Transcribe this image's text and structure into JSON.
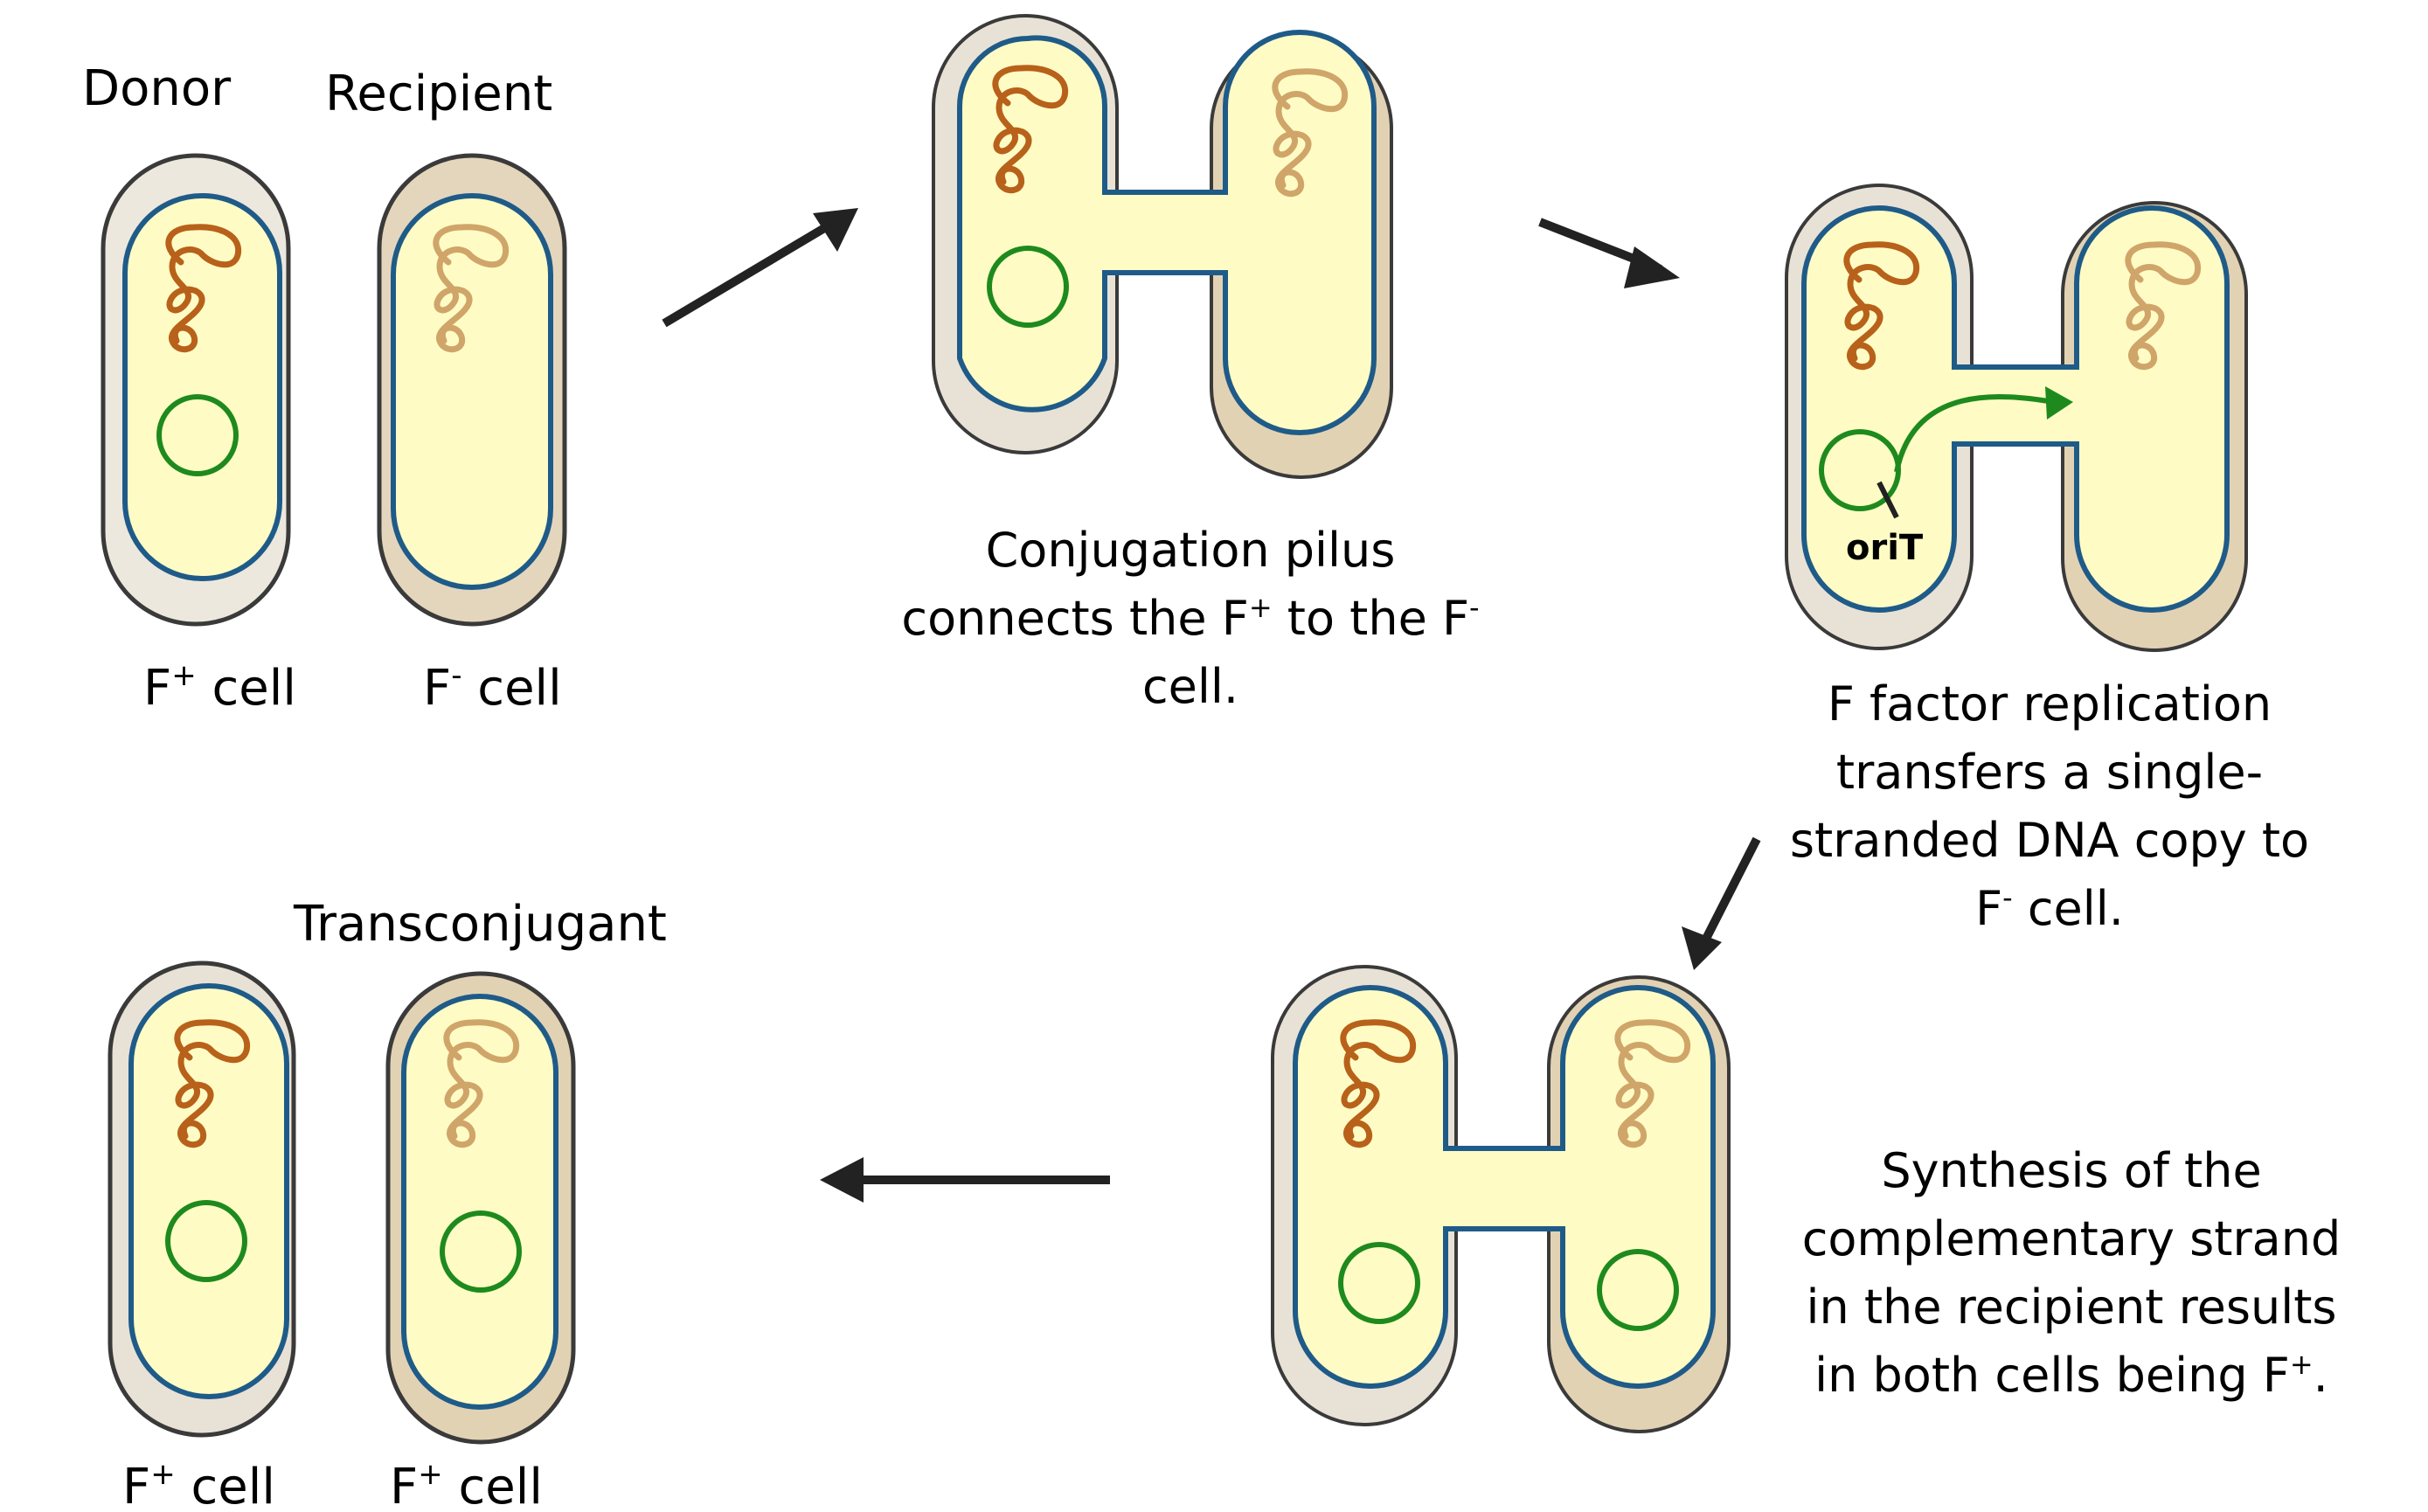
{
  "labels": {
    "donor": "Donor",
    "recipient": "Recipient",
    "transconjugant": "Transconjugant",
    "f_plus_cell_1": {
      "main": "F",
      "sup": "+",
      "rest": " cell"
    },
    "f_minus_cell": {
      "main": "F",
      "sup": "-",
      "rest": " cell"
    },
    "f_plus_cell_2": {
      "main": "F",
      "sup": "+",
      "rest": " cell"
    },
    "f_plus_cell_3": {
      "main": "F",
      "sup": "+",
      "rest": " cell"
    },
    "orit": "oriT"
  },
  "captions": {
    "step1": {
      "line1": "Conjugation pilus",
      "line2a": "connects the F",
      "line2sup1": "+",
      "line2b": " to the F",
      "line2sup2": "-",
      "line3": "cell."
    },
    "step2": {
      "line1": "F factor replication",
      "line2": "transfers a single-",
      "line3": "stranded DNA copy to",
      "line4a": "F",
      "line4sup": "-",
      "line4b": " cell."
    },
    "step3": {
      "line1": "Synthesis of the",
      "line2": "complementary strand",
      "line3": "in the recipient results",
      "line4a": "in both cells being F",
      "line4sup": "+",
      "line4b": "."
    }
  },
  "colors": {
    "cytoplasm": "#fefcc4",
    "membrane": "#1f5b88",
    "donor_wall": "#e8e2d6",
    "recipient_wall": "#e2d2b4",
    "donor_chromosome": "#b8611a",
    "recipient_chromosome": "#d0a56a",
    "plasmid": "#1e8a1e",
    "arrow": "#222222"
  }
}
